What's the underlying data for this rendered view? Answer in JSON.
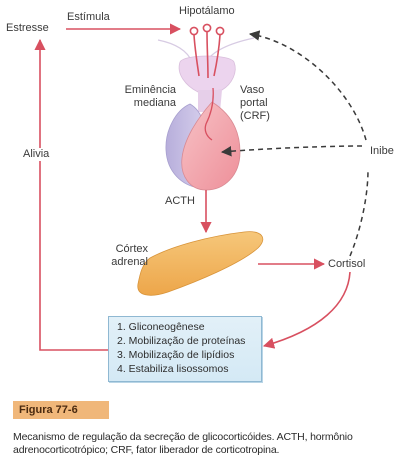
{
  "labels": {
    "stress": "Estresse",
    "stimulates": "Estímula",
    "hypothalamus": "Hipotálamo",
    "median_eminence_line1": "Eminência",
    "median_eminence_line2": "mediana",
    "portal_vessel_line1": "Vaso",
    "portal_vessel_line2": "portal",
    "portal_vessel_line3": "(CRF)",
    "relieves": "Alivia",
    "inhibits": "Inibe",
    "acth": "ACTH",
    "adrenal_cortex_line1": "Córtex",
    "adrenal_cortex_line2": "adrenal",
    "cortisol": "Cortisol"
  },
  "effects": [
    "1. Gliconeogênese",
    "2. Mobilização de proteínas",
    "3. Mobilização de lipídios",
    "4. Estabiliza lisossomos"
  ],
  "figure": {
    "tag": "Figura 77-6",
    "caption": "Mecanismo de regulação da secreção de glicocorticóides. ACTH, hormônio adrenocorticotrópico; CRF, fator liberador de corticotropina."
  },
  "colors": {
    "arrow_red": "#d85060",
    "feedback_dash": "#3a3a3a",
    "hypothalamus": "#ecd4ee",
    "posterior_pituitary": "#c8c0e4",
    "anterior_pituitary": "#f3a6ad",
    "adrenal_cortex": "#f1b45c",
    "effects_box": "#d9ecf6",
    "figure_tag": "#f0b77a"
  }
}
